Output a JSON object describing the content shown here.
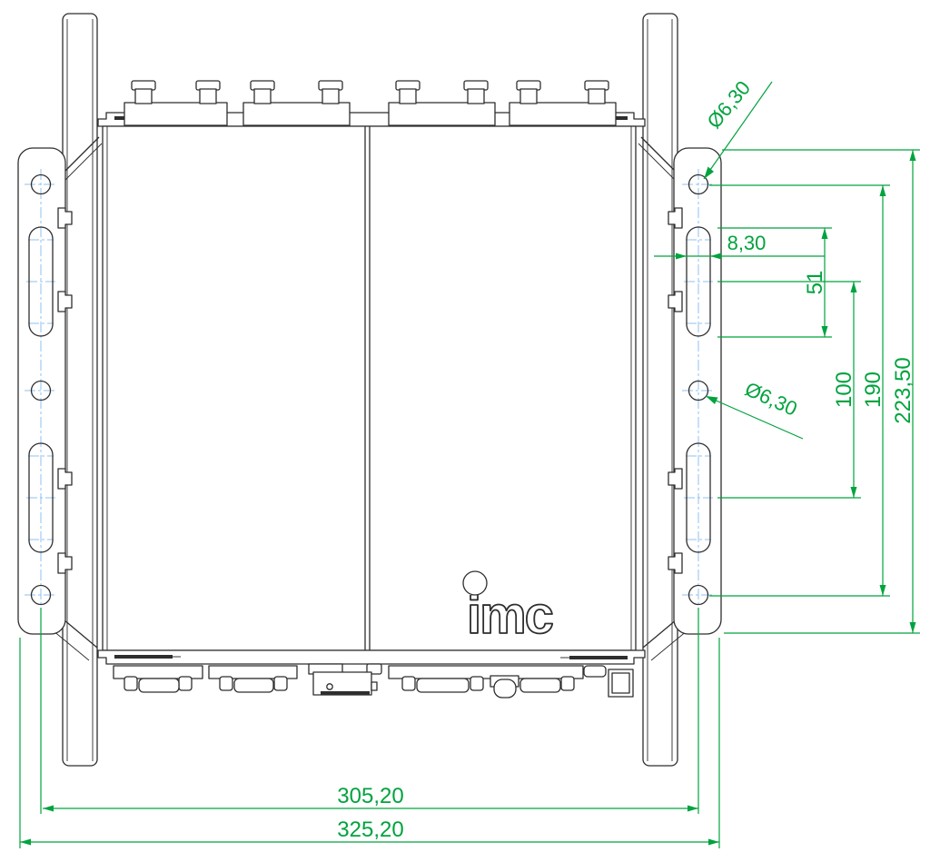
{
  "drawing": {
    "kind": "technical-dimension-drawing",
    "logo": {
      "text": "imc"
    },
    "dimensions": {
      "top_hole_diameter": "Ø6,30",
      "middle_hole_diameter": "Ø6,30",
      "slot_width": "8,30",
      "slot_length": "51",
      "slot_center_distance": "100",
      "outer_hole_distance": "190",
      "bracket_length": "223,50",
      "hole_span": "305,20",
      "overall_width": "325,20"
    },
    "colors": {
      "dimension_green": "#00a33e",
      "centerline_blue": "#8fc1f0",
      "ink": "#2e2e2e"
    }
  }
}
